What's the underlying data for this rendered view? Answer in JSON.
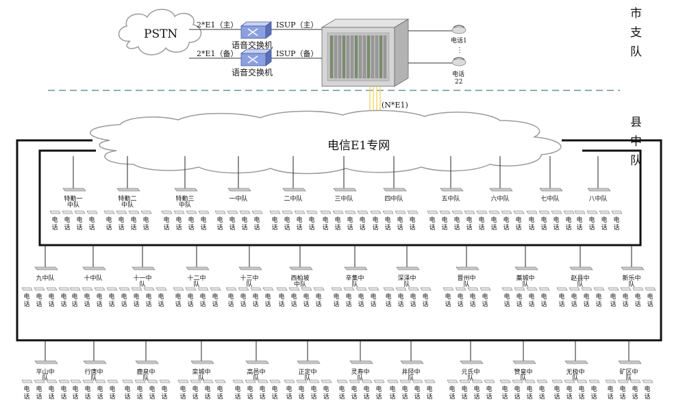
{
  "top": {
    "pstn": "PSTN",
    "link_main": "2*E1（主）",
    "link_backup": "2*E1（备）",
    "switch_main": "语音交换机",
    "switch_backup": "语音交换机",
    "isup_main": "ISUP（主）",
    "isup_backup": "ISUP（备）",
    "phone_first": "电话1",
    "phone_dots": "⋮",
    "phone_last_1": "电话",
    "phone_last_2": "22",
    "trunk_label": "(N*E1)",
    "side_city": [
      "市",
      "支",
      "队"
    ],
    "side_county": [
      "县",
      "中",
      "队"
    ]
  },
  "network": {
    "cloud_label": "电信E1专网"
  },
  "phone_label": [
    "电",
    "话"
  ],
  "row1": [
    "特勤一\n中队",
    "特勤二\n中队",
    "特勤三\n中队",
    "一中队",
    "二中队",
    "三中队",
    "四中队",
    "五中队",
    "六中队",
    "七中队",
    "八中队"
  ],
  "row2": [
    "九中队",
    "十中队",
    "十一中\n队",
    "十二中\n队",
    "十三中\n队",
    "西柏坡\n中队",
    "辛集中\n队",
    "深泽中\n队",
    "晋州中\n队",
    "藁城中\n队",
    "赵县中\n队",
    "新乐中\n队"
  ],
  "row3": [
    "平山中\n队",
    "行唐中\n队",
    "鹿泉中\n队",
    "栾城中\n队",
    "高邑中\n队",
    "正定中\n队",
    "灵寿中\n队",
    "井陉中\n队",
    "元氏中\n队",
    "赞皇中\n队",
    "无极中\n队",
    "矿区中\n队"
  ]
}
